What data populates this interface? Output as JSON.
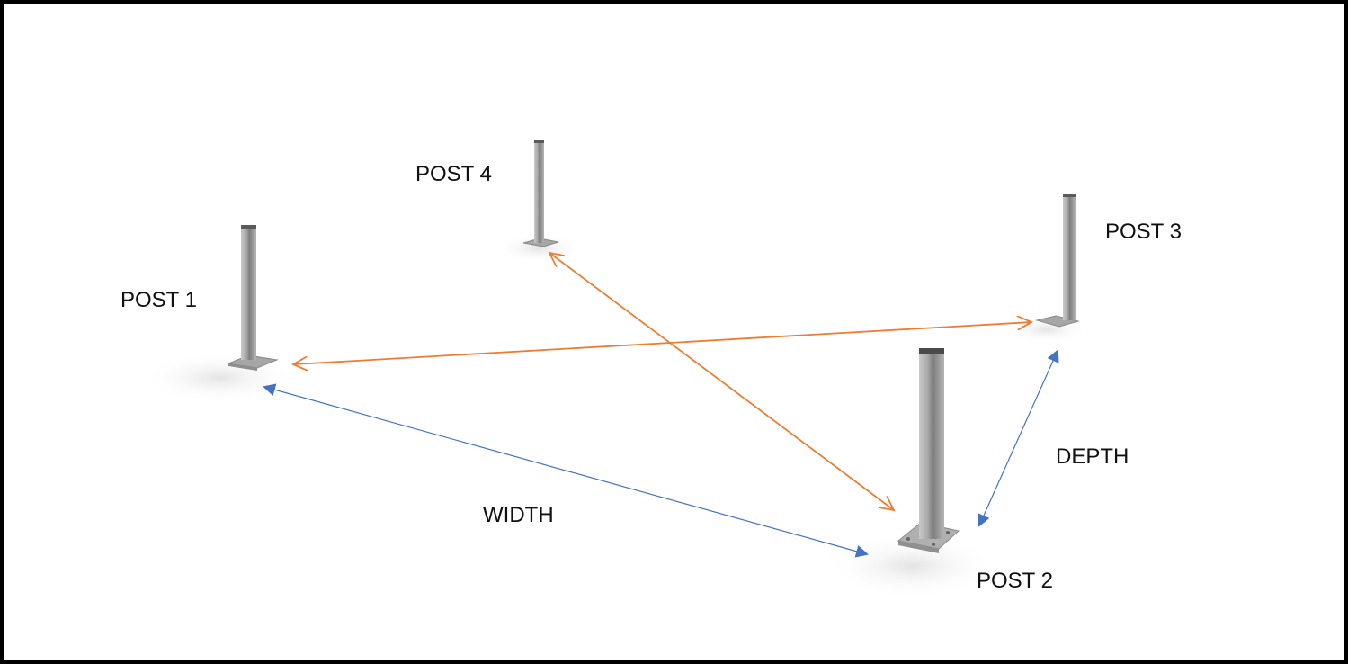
{
  "posts": [
    {
      "id": "post-1",
      "label": "POST 1"
    },
    {
      "id": "post-2",
      "label": "POST 2"
    },
    {
      "id": "post-3",
      "label": "POST 3"
    },
    {
      "id": "post-4",
      "label": "POST 4"
    }
  ],
  "dimensions": {
    "width_label": "WIDTH",
    "depth_label": "DEPTH"
  },
  "colors": {
    "measure_arrow": "#4472c4",
    "diagonal_arrow": "#ed7d31",
    "post_metal": "#9a9a9a",
    "border": "#000000"
  }
}
